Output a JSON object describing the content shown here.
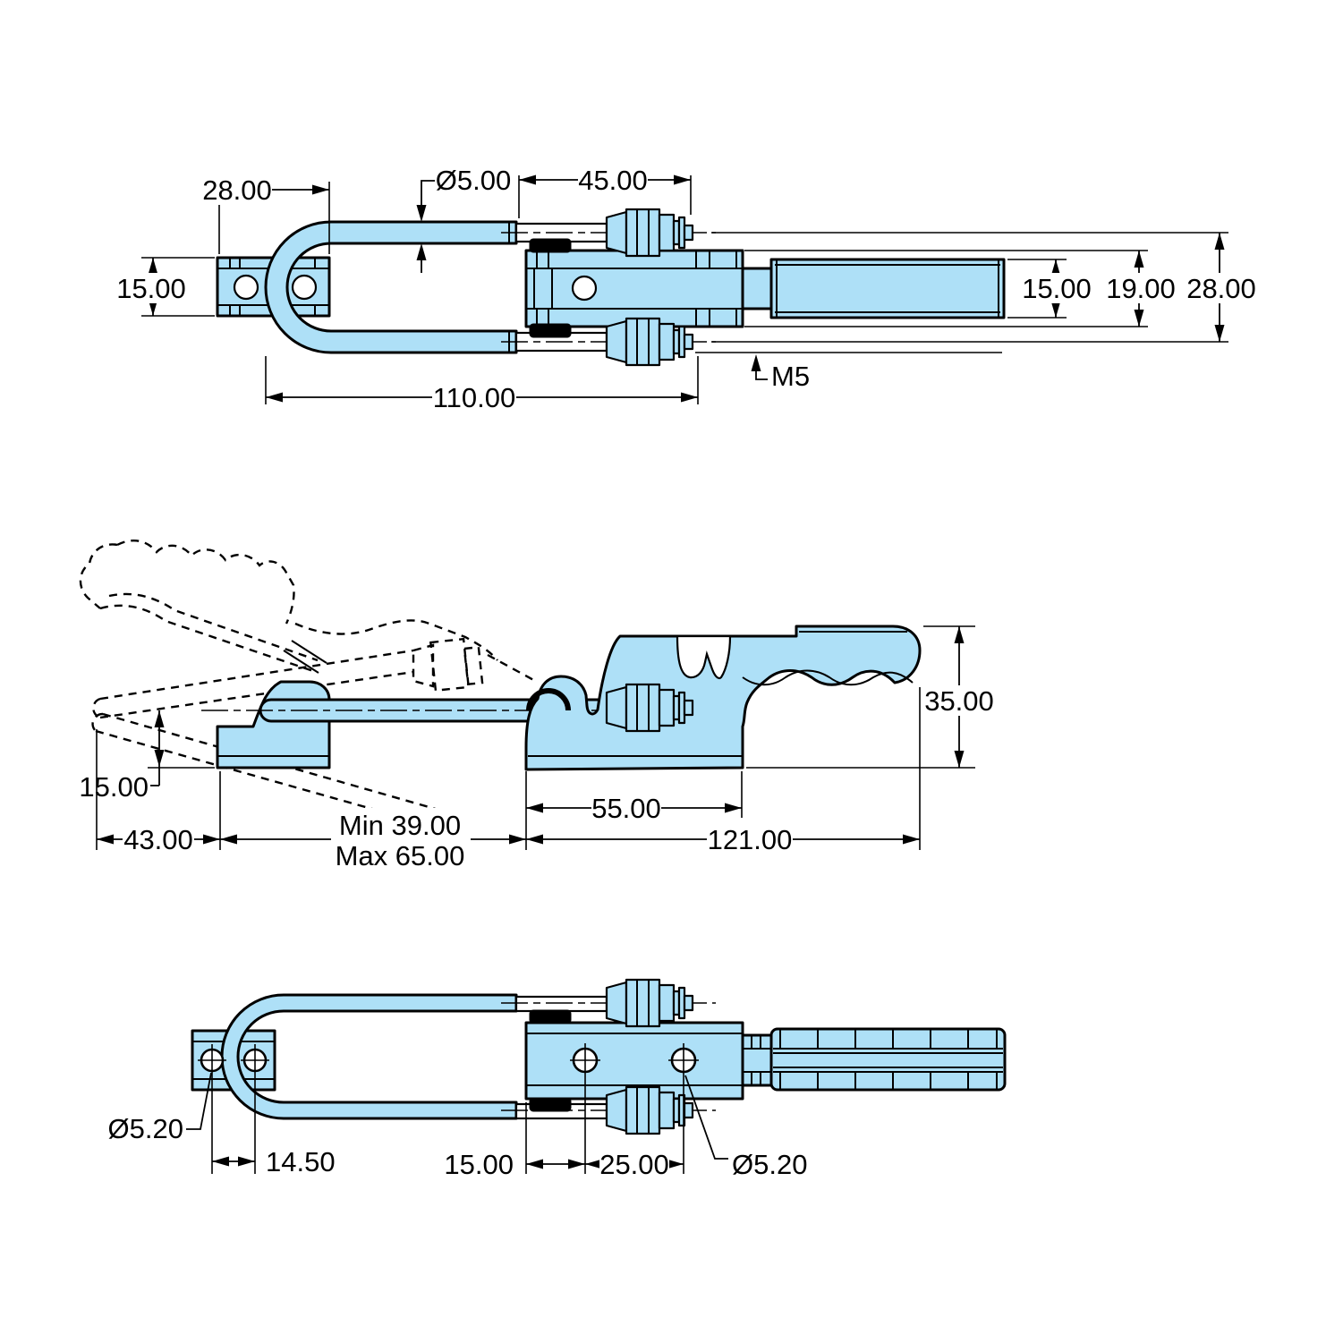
{
  "drawing": {
    "type": "engineering-drawing",
    "subject": "latch type toggle clamp, three orthographic views",
    "colors": {
      "part_fill": "#AEE0F7",
      "line": "#000000",
      "background": "#FFFFFF"
    }
  },
  "labels": {
    "top": {
      "plate_width": "28.00",
      "rod_diameter": "Ø5.00",
      "threaded_rod_length": "45.00",
      "plate_height": "15.00",
      "grip_width": "15.00",
      "body_width": "19.00",
      "overall_width": "28.00",
      "ubolt_length": "110.00",
      "thread_size": "M5"
    },
    "side": {
      "base_height": "15.00",
      "hook_reach": "43.00",
      "range_min": "Min 39.00",
      "range_max": "Max 65.00",
      "base_length": "55.00",
      "overall_length": "121.00",
      "overall_height": "35.00"
    },
    "bottom": {
      "latch_hole_diameter": "Ø5.20",
      "latch_hole_spacing": "14.50",
      "body_hole_offset": "15.00",
      "body_hole_spacing": "25.00",
      "body_hole_diameter": "Ø5.20"
    }
  }
}
